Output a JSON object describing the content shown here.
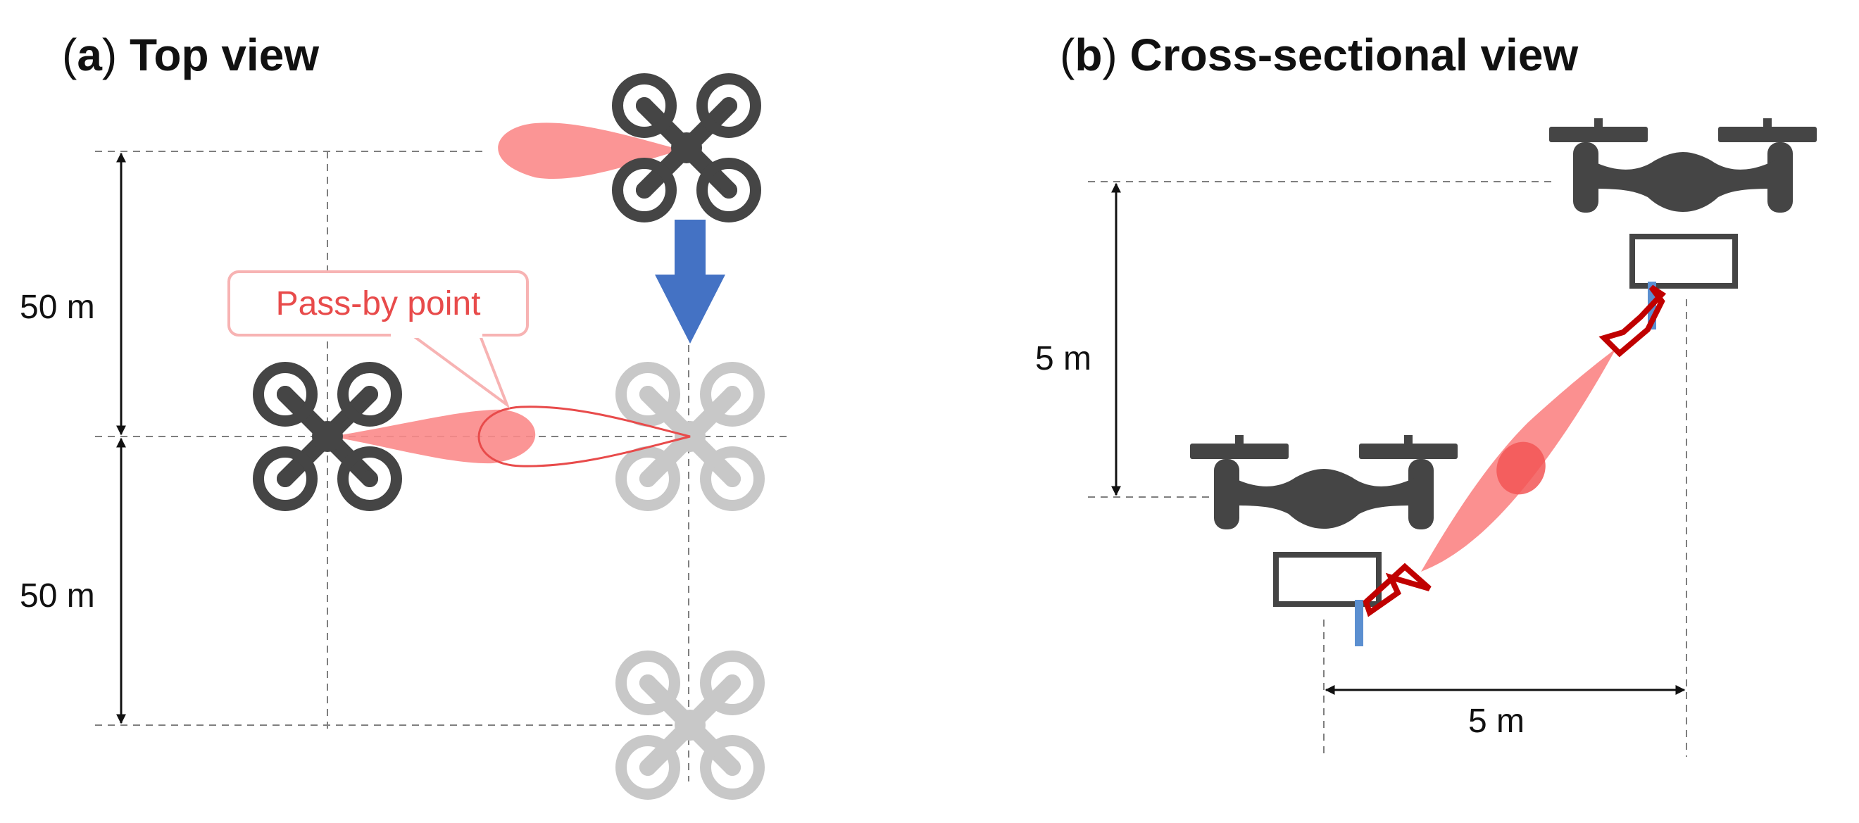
{
  "panel_a": {
    "label": "a",
    "title": "Top view",
    "dim_upper": "50 m",
    "dim_lower": "50 m",
    "callout": "Pass-by point"
  },
  "panel_b": {
    "label": "b",
    "title": "Cross-sectional view",
    "dim_vertical": "5 m",
    "dim_horizontal": "5 m"
  },
  "colors": {
    "drone_dark": "#454545",
    "drone_ghost": "#c8c8c8",
    "beam": "#fb8a8a",
    "beam_core": "#f25656",
    "callout_red": "#e84b4b",
    "movement_arrow": "#4472c4",
    "antenna_red": "#c00000",
    "antenna_blue": "#5b8fd0"
  }
}
